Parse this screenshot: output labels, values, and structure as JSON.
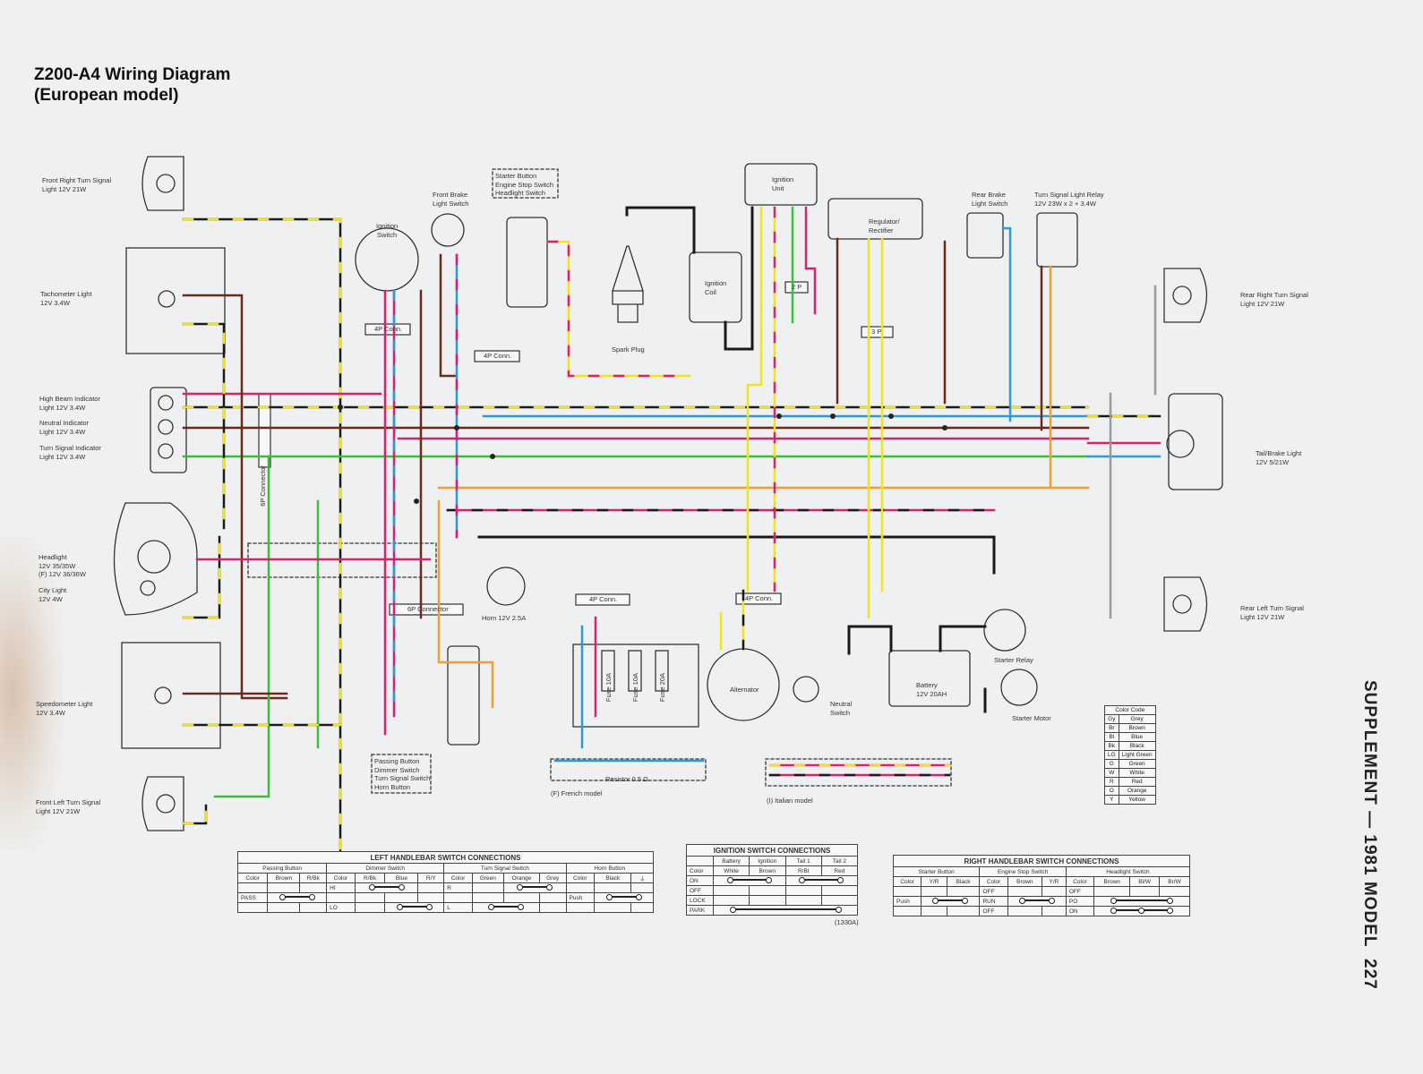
{
  "title": {
    "line1": "Z200-A4 Wiring Diagram",
    "line2": "(European model)"
  },
  "page_footer": {
    "supplement": "SUPPLEMENT — 1981 MODEL",
    "page_number": "227"
  },
  "components": {
    "front_right_turn": "Front Right Turn Signal\nLight 12V 21W",
    "tachometer": "Tachometer Light\n12V 3.4W",
    "high_beam": "High Beam Indicator\nLight 12V 3.4W",
    "neutral_ind": "Neutral Indicator\nLight 12V 3.4W",
    "turn_ind": "Turn Signal Indicator\nLight 12V 3.4W",
    "headlight": "Headlight\n12V 35/35W\n(F) 12V 36/36W",
    "city_light": "City Light\n12V 4W",
    "speedometer": "Speedometer Light\n12V 3.4W",
    "front_left_turn": "Front Left Turn Signal\nLight 12V 21W",
    "ignition_switch": "Ignition\nSwitch",
    "ign_terminals": [
      "Tail 1",
      "Tail 2",
      "Battery",
      "Ignition"
    ],
    "front_brake": "Front Brake\nLight Switch",
    "right_handlebar_box": "Starter Button\nEngine Stop Switch\nHeadlight Switch",
    "spark_plug": "Spark Plug",
    "ignition_coil": "Ignition\nCoil",
    "ignition_unit": "Ignition\nUnit",
    "regulator": "Regulator/\nRectifier",
    "rear_brake": "Rear Brake\nLight Switch",
    "relay": "Turn Signal Light Relay\n12V 23W x 2 + 3.4W",
    "rear_right_turn": "Rear Right Turn Signal\nLight 12V 21W",
    "tail_brake": "Tail/Brake Light\n12V 5/21W",
    "rear_left_turn": "Rear Left Turn Signal\nLight 12V 21W",
    "horn": "Horn 12V  2.5A",
    "alternator": "Alternator",
    "neutral_switch": "Neutral\nSwitch",
    "battery": "Battery\n12V 20AH",
    "starter_relay": "Starter Relay",
    "starter_motor": "Starter Motor",
    "left_handlebar_box": "Passing Button\nDimmer Switch\nTurn Signal Switch\nHorn Button",
    "resistor": "Resistor 0.5 Ω",
    "french_model": "(F) French model",
    "italian_model": "(I) Italian model",
    "fuses": [
      "Fuse 10A",
      "Fuse 10A",
      "Fuse 20A"
    ]
  },
  "connectors": {
    "c4p_a": "4P Conn.",
    "c4p_b": "4P Conn.",
    "c6p_vertical": "6P Connector",
    "c6p": "6P Connector",
    "c4p_c": "4P Conn.",
    "c4p_d": "4P Conn.",
    "c2p": "2 P",
    "c3p": "3 P"
  },
  "color_code": {
    "title": "Color Code",
    "rows": [
      [
        "Gy",
        "Grey"
      ],
      [
        "Br",
        "Brown"
      ],
      [
        "Bl",
        "Blue"
      ],
      [
        "Bk",
        "Black"
      ],
      [
        "LG",
        "Light Green"
      ],
      [
        "G",
        "Green"
      ],
      [
        "W",
        "White"
      ],
      [
        "R",
        "Red"
      ],
      [
        "O",
        "Orange"
      ],
      [
        "Y",
        "Yellow"
      ]
    ]
  },
  "wire_colors": {
    "black": "#1a1a1a",
    "brown": "#6b2a1a",
    "red": "#d9226e",
    "blue": "#2f9bd6",
    "green": "#3dbb3d",
    "yellow": "#f2e41c",
    "orange": "#f0a030",
    "grey": "#9a9a9a"
  },
  "left_handlebar_table": {
    "title": "LEFT HANDLEBAR SWITCH CONNECTIONS",
    "groups": [
      "Passing Button",
      "Dimmer Switch",
      "Turn Signal Switch",
      "Horn Button"
    ],
    "headers": [
      "Color",
      "Brown",
      "R/Bk",
      "Color",
      "R/Bk",
      "Blue",
      "R/Y",
      "Color",
      "Green",
      "Orange",
      "Grey",
      "Color",
      "Black",
      "ground"
    ],
    "rows": [
      [
        "",
        "",
        "",
        "HI",
        "",
        "",
        "",
        "R",
        "",
        "",
        "",
        "",
        "",
        ""
      ],
      [
        "PASS",
        "",
        "",
        "",
        "",
        "",
        "",
        "",
        "",
        "",
        "",
        "Push",
        "",
        ""
      ],
      [
        "",
        "",
        "",
        "LO",
        "",
        "",
        "",
        "L",
        "",
        "",
        "",
        "",
        "",
        ""
      ]
    ]
  },
  "ignition_table": {
    "title": "IGNITION SWITCH CONNECTIONS",
    "terminals": [
      "",
      "Battery",
      "Ignition",
      "Tail 1",
      "Tail 2"
    ],
    "colors": [
      "Color",
      "White",
      "Brown",
      "R/Bl",
      "Red"
    ],
    "positions": [
      "ON",
      "OFF",
      "LOCK",
      "PARK"
    ],
    "ref": "(1330A)"
  },
  "right_handlebar_table": {
    "title": "RIGHT HANDLEBAR SWITCH CONNECTIONS",
    "groups": [
      "Starter Button",
      "Engine Stop Switch",
      "Headlight Switch"
    ],
    "headers": [
      "Color",
      "Y/R",
      "Black",
      "Color",
      "Brown",
      "Y/R",
      "Color",
      "Brown",
      "Bl/W",
      "Br/W"
    ],
    "rows": [
      [
        "",
        "",
        "",
        "OFF",
        "",
        "",
        "OFF",
        "",
        "",
        ""
      ],
      [
        "Push",
        "",
        "",
        "RUN",
        "",
        "",
        "PO",
        "",
        "",
        ""
      ],
      [
        "",
        "",
        "",
        "OFF",
        "",
        "",
        "ON",
        "",
        "",
        ""
      ]
    ]
  }
}
